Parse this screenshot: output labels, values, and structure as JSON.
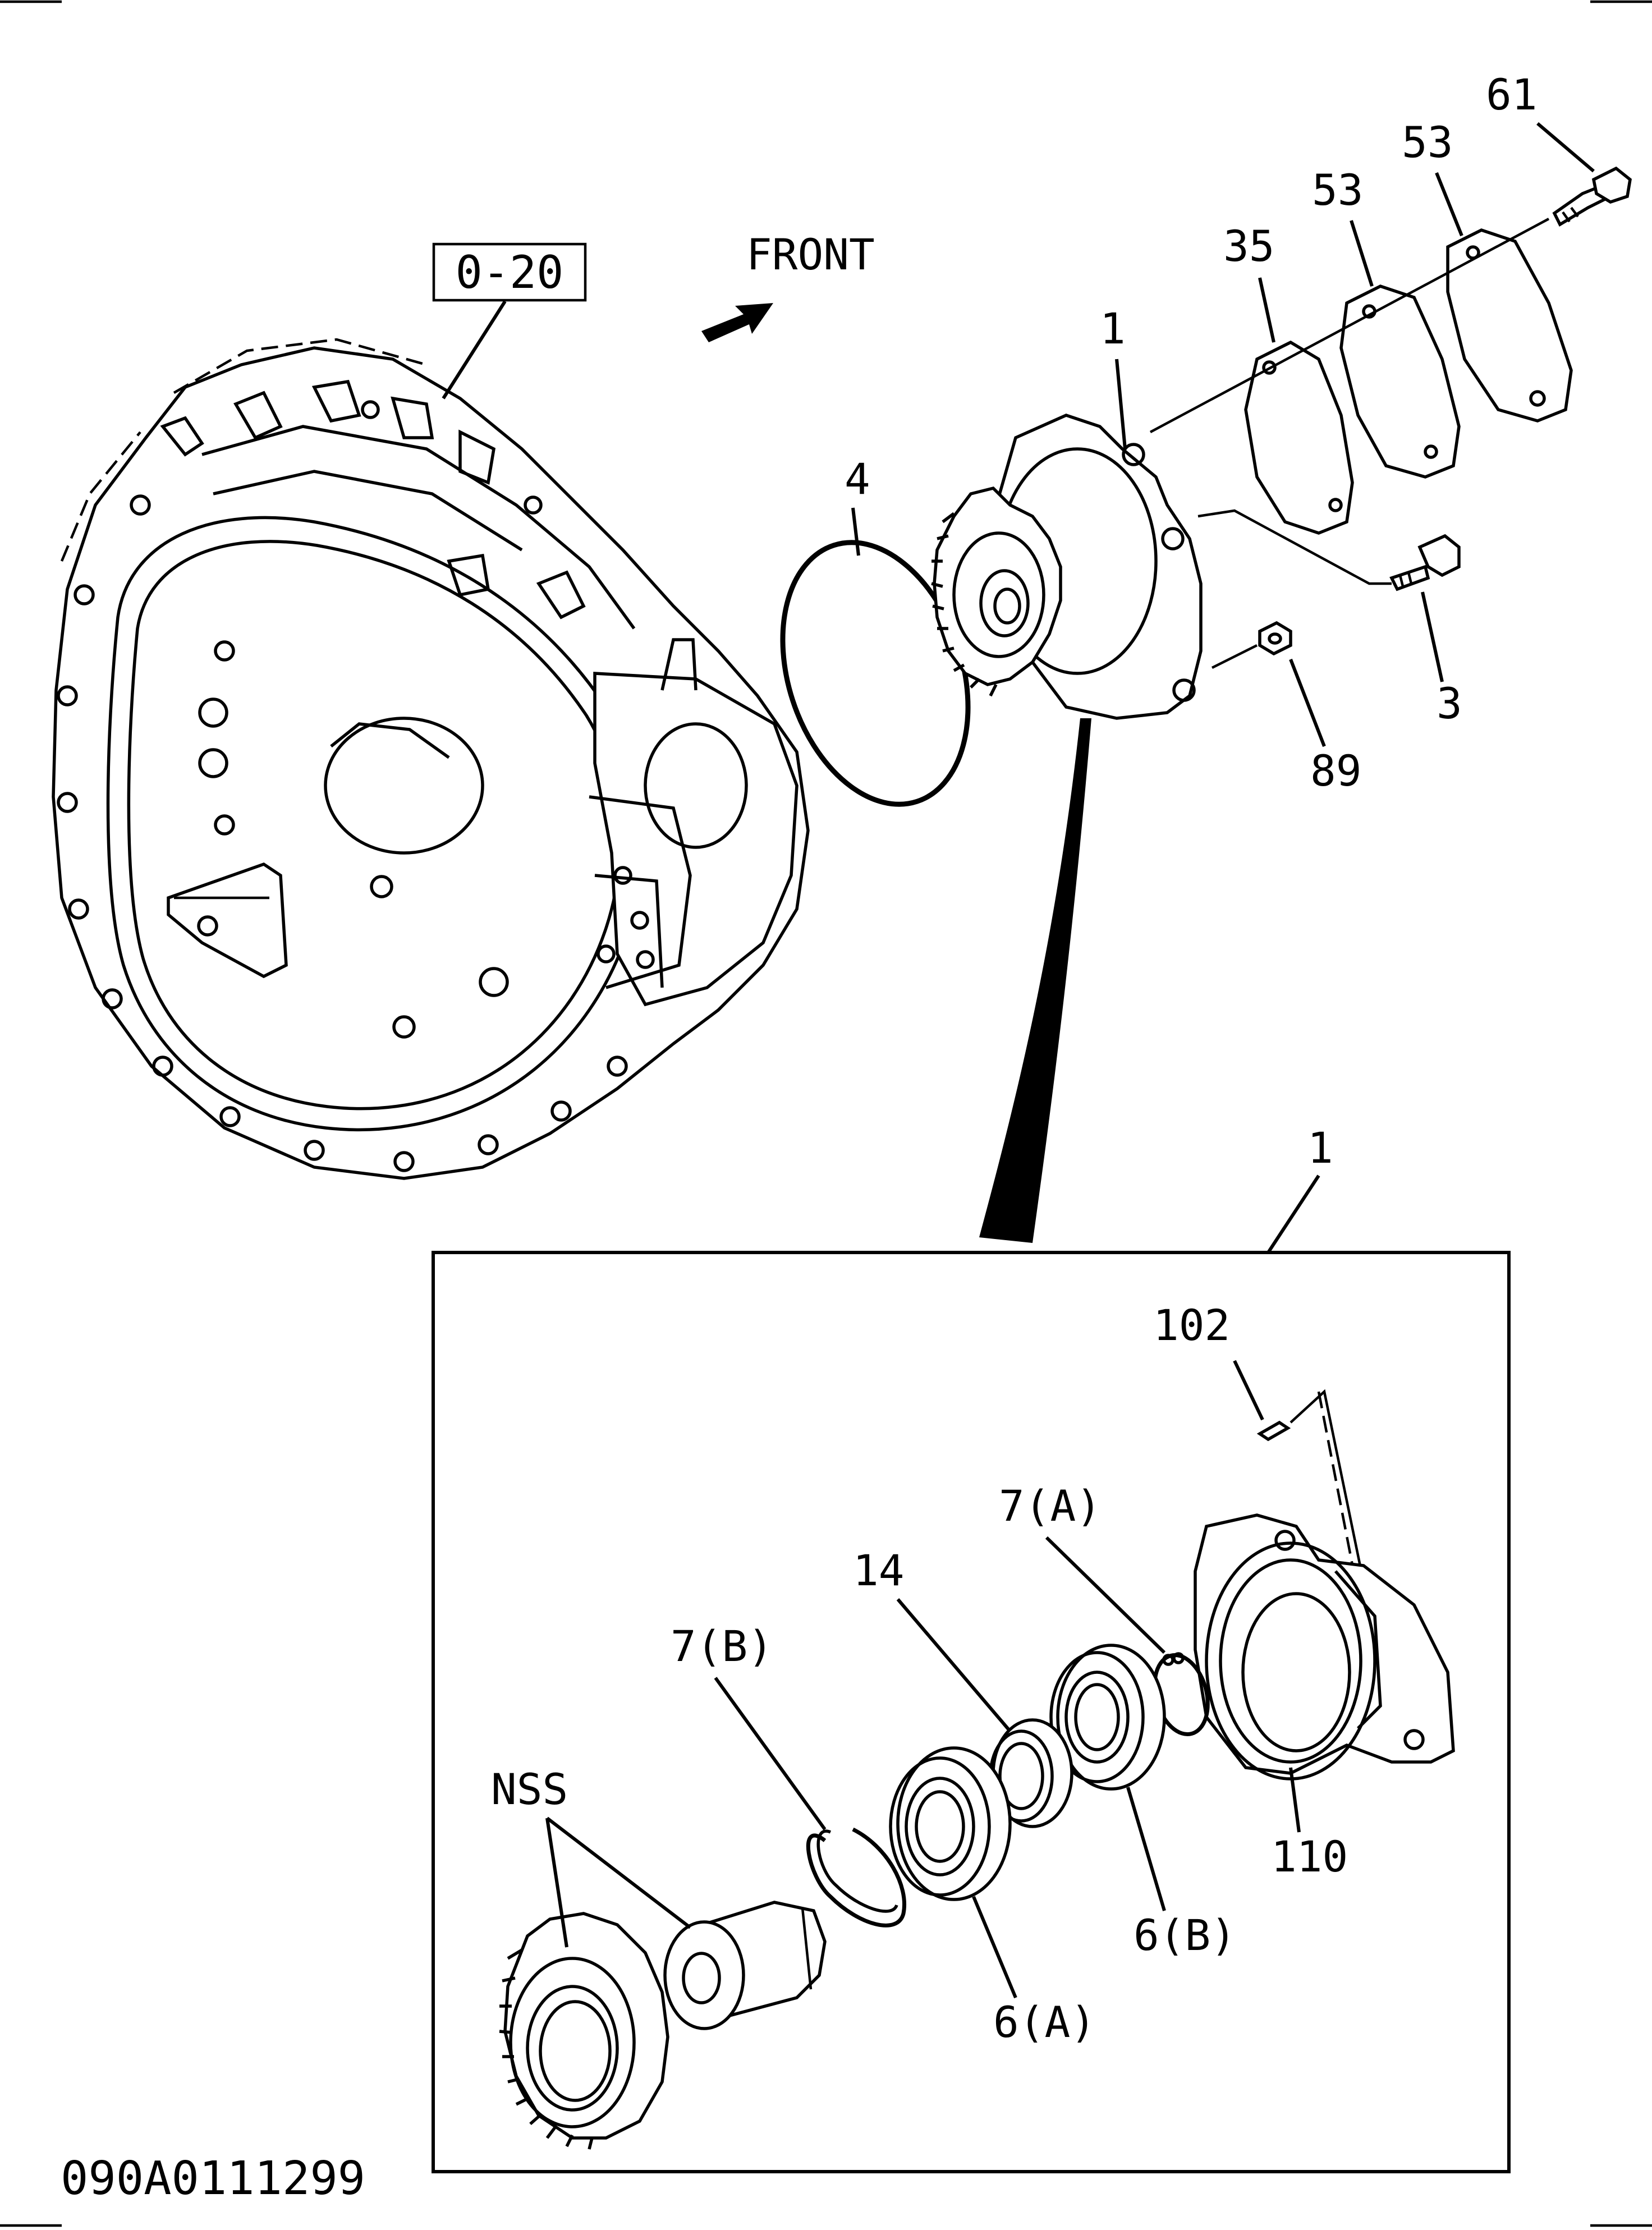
{
  "diagram": {
    "reference_box": "0-20",
    "direction_label": "FRONT",
    "drawing_code": "090A0111299",
    "callouts": {
      "c61": "61",
      "c53a": "53",
      "c53b": "53",
      "c35": "35",
      "c1_top": "1",
      "c4": "4",
      "c3": "3",
      "c89": "89",
      "c1_detail": "1",
      "c102": "102",
      "c7a": "7(A)",
      "c14": "14",
      "c7b": "7(B)",
      "cnss": "NSS",
      "c110": "110",
      "c6b": "6(B)",
      "c6a": "6(A)"
    },
    "icons": {
      "front_arrow": "front-arrow-icon"
    }
  }
}
